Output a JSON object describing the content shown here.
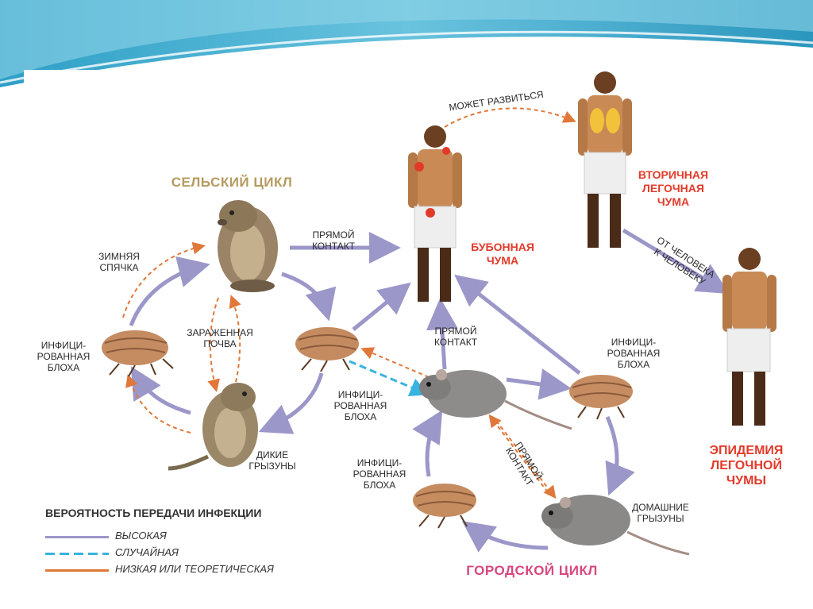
{
  "rural_cycle_title": "СЕЛЬСКИЙ ЦИКЛ",
  "urban_cycle_title": "ГОРОДСКОЙ ЦИКЛ",
  "labels": {
    "hibernation": "ЗИМНЯЯ\nСПЯЧКА",
    "infected_flea_left": "ИНФИЦИ-\nРОВАННАЯ\nБЛОХА",
    "infected_soil": "ЗАРАЖЕННАЯ\nПОЧВА",
    "wild_rodents": "ДИКИЕ\nГРЫЗУНЫ",
    "direct_contact_top": "ПРЯМОЙ\nКОНТАКТ",
    "infected_flea_mid": "ИНФИЦИ-\nРОВАННАЯ\nБЛОХА",
    "direct_contact_center": "ПРЯМОЙ\nКОНТАКТ",
    "infected_flea_right": "ИНФИЦИ-\nРОВАННАЯ\nБЛОХА",
    "infected_flea_bottom": "ИНФИЦИ-\nРОВАННАЯ\nБЛОХА",
    "direct_contact_diag": "ПРЯМОЙ\nКОНТАКТ",
    "domestic_rodents": "ДОМАШНИЕ\nГРЫЗУНЫ",
    "may_develop": "МОЖЕТ РАЗВИТЬСЯ",
    "bubonic_plague": "БУБОННАЯ\nЧУМА",
    "secondary_pneumonic": "ВТОРИЧНАЯ\nЛЕГОЧНАЯ\nЧУМА",
    "human_to_human": "ОТ ЧЕЛОВЕКА\nК ЧЕЛОВЕКУ",
    "epidemic": "ЭПИДЕМИЯ\nЛЕГОЧНОЙ\nЧУМЫ"
  },
  "legend": {
    "title": "ВЕРОЯТНОСТЬ ПЕРЕДАЧИ ИНФЕКЦИИ",
    "items": [
      {
        "label": "ВЫСОКАЯ",
        "color": "#9b97c9"
      },
      {
        "label": "СЛУЧАЙНАЯ",
        "color": "#37b3e0"
      },
      {
        "label": "НИЗКАЯ ИЛИ ТЕОРЕТИЧЕСКАЯ",
        "color": "#e0783a"
      }
    ]
  },
  "colors": {
    "high": "#9b97c9",
    "random": "#37b3e0",
    "low": "#e0783a",
    "band": "#3fa6c9"
  }
}
